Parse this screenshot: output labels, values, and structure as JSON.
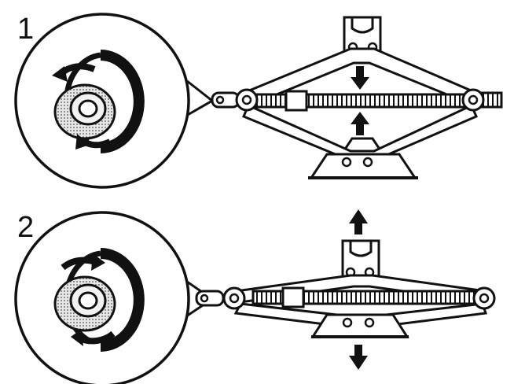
{
  "steps": [
    {
      "number": "1",
      "handle_rotation": "counterclockwise",
      "jack_motion": "lowering"
    },
    {
      "number": "2",
      "handle_rotation": "clockwise",
      "jack_motion": "raising"
    }
  ],
  "colors": {
    "ink": "#111111",
    "paper": "#ffffff",
    "metal_shade": "#9a9a9a",
    "metal_light": "#d8d8d8"
  }
}
